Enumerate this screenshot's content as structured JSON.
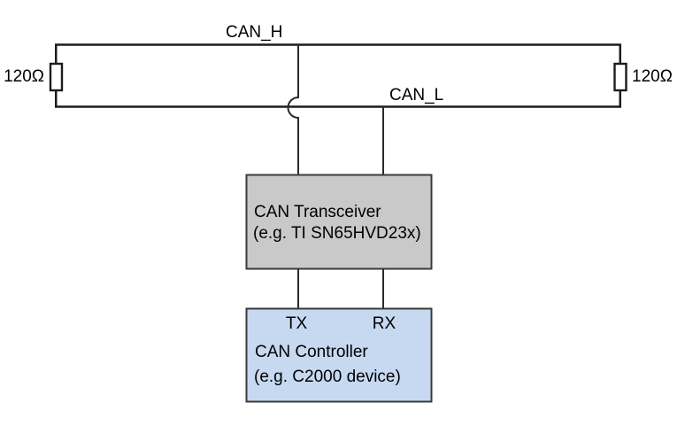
{
  "colors": {
    "wire": "#1c1c1c",
    "box_border": "#3a3a3a",
    "transceiver_fill": "#c9c9c9",
    "controller_fill": "#c6d9f1",
    "background": "#ffffff",
    "text": "#000000"
  },
  "bus": {
    "can_h_label": "CAN_H",
    "can_l_label": "CAN_L",
    "left_terminator_label": "120Ω",
    "right_terminator_label": "120Ω"
  },
  "transceiver": {
    "name": "CAN Transceiver",
    "example": "(e.g. TI SN65HVD23x)"
  },
  "controller": {
    "tx_label": "TX",
    "rx_label": "RX",
    "name": "CAN Controller",
    "example": "(e.g. C2000 device)"
  }
}
